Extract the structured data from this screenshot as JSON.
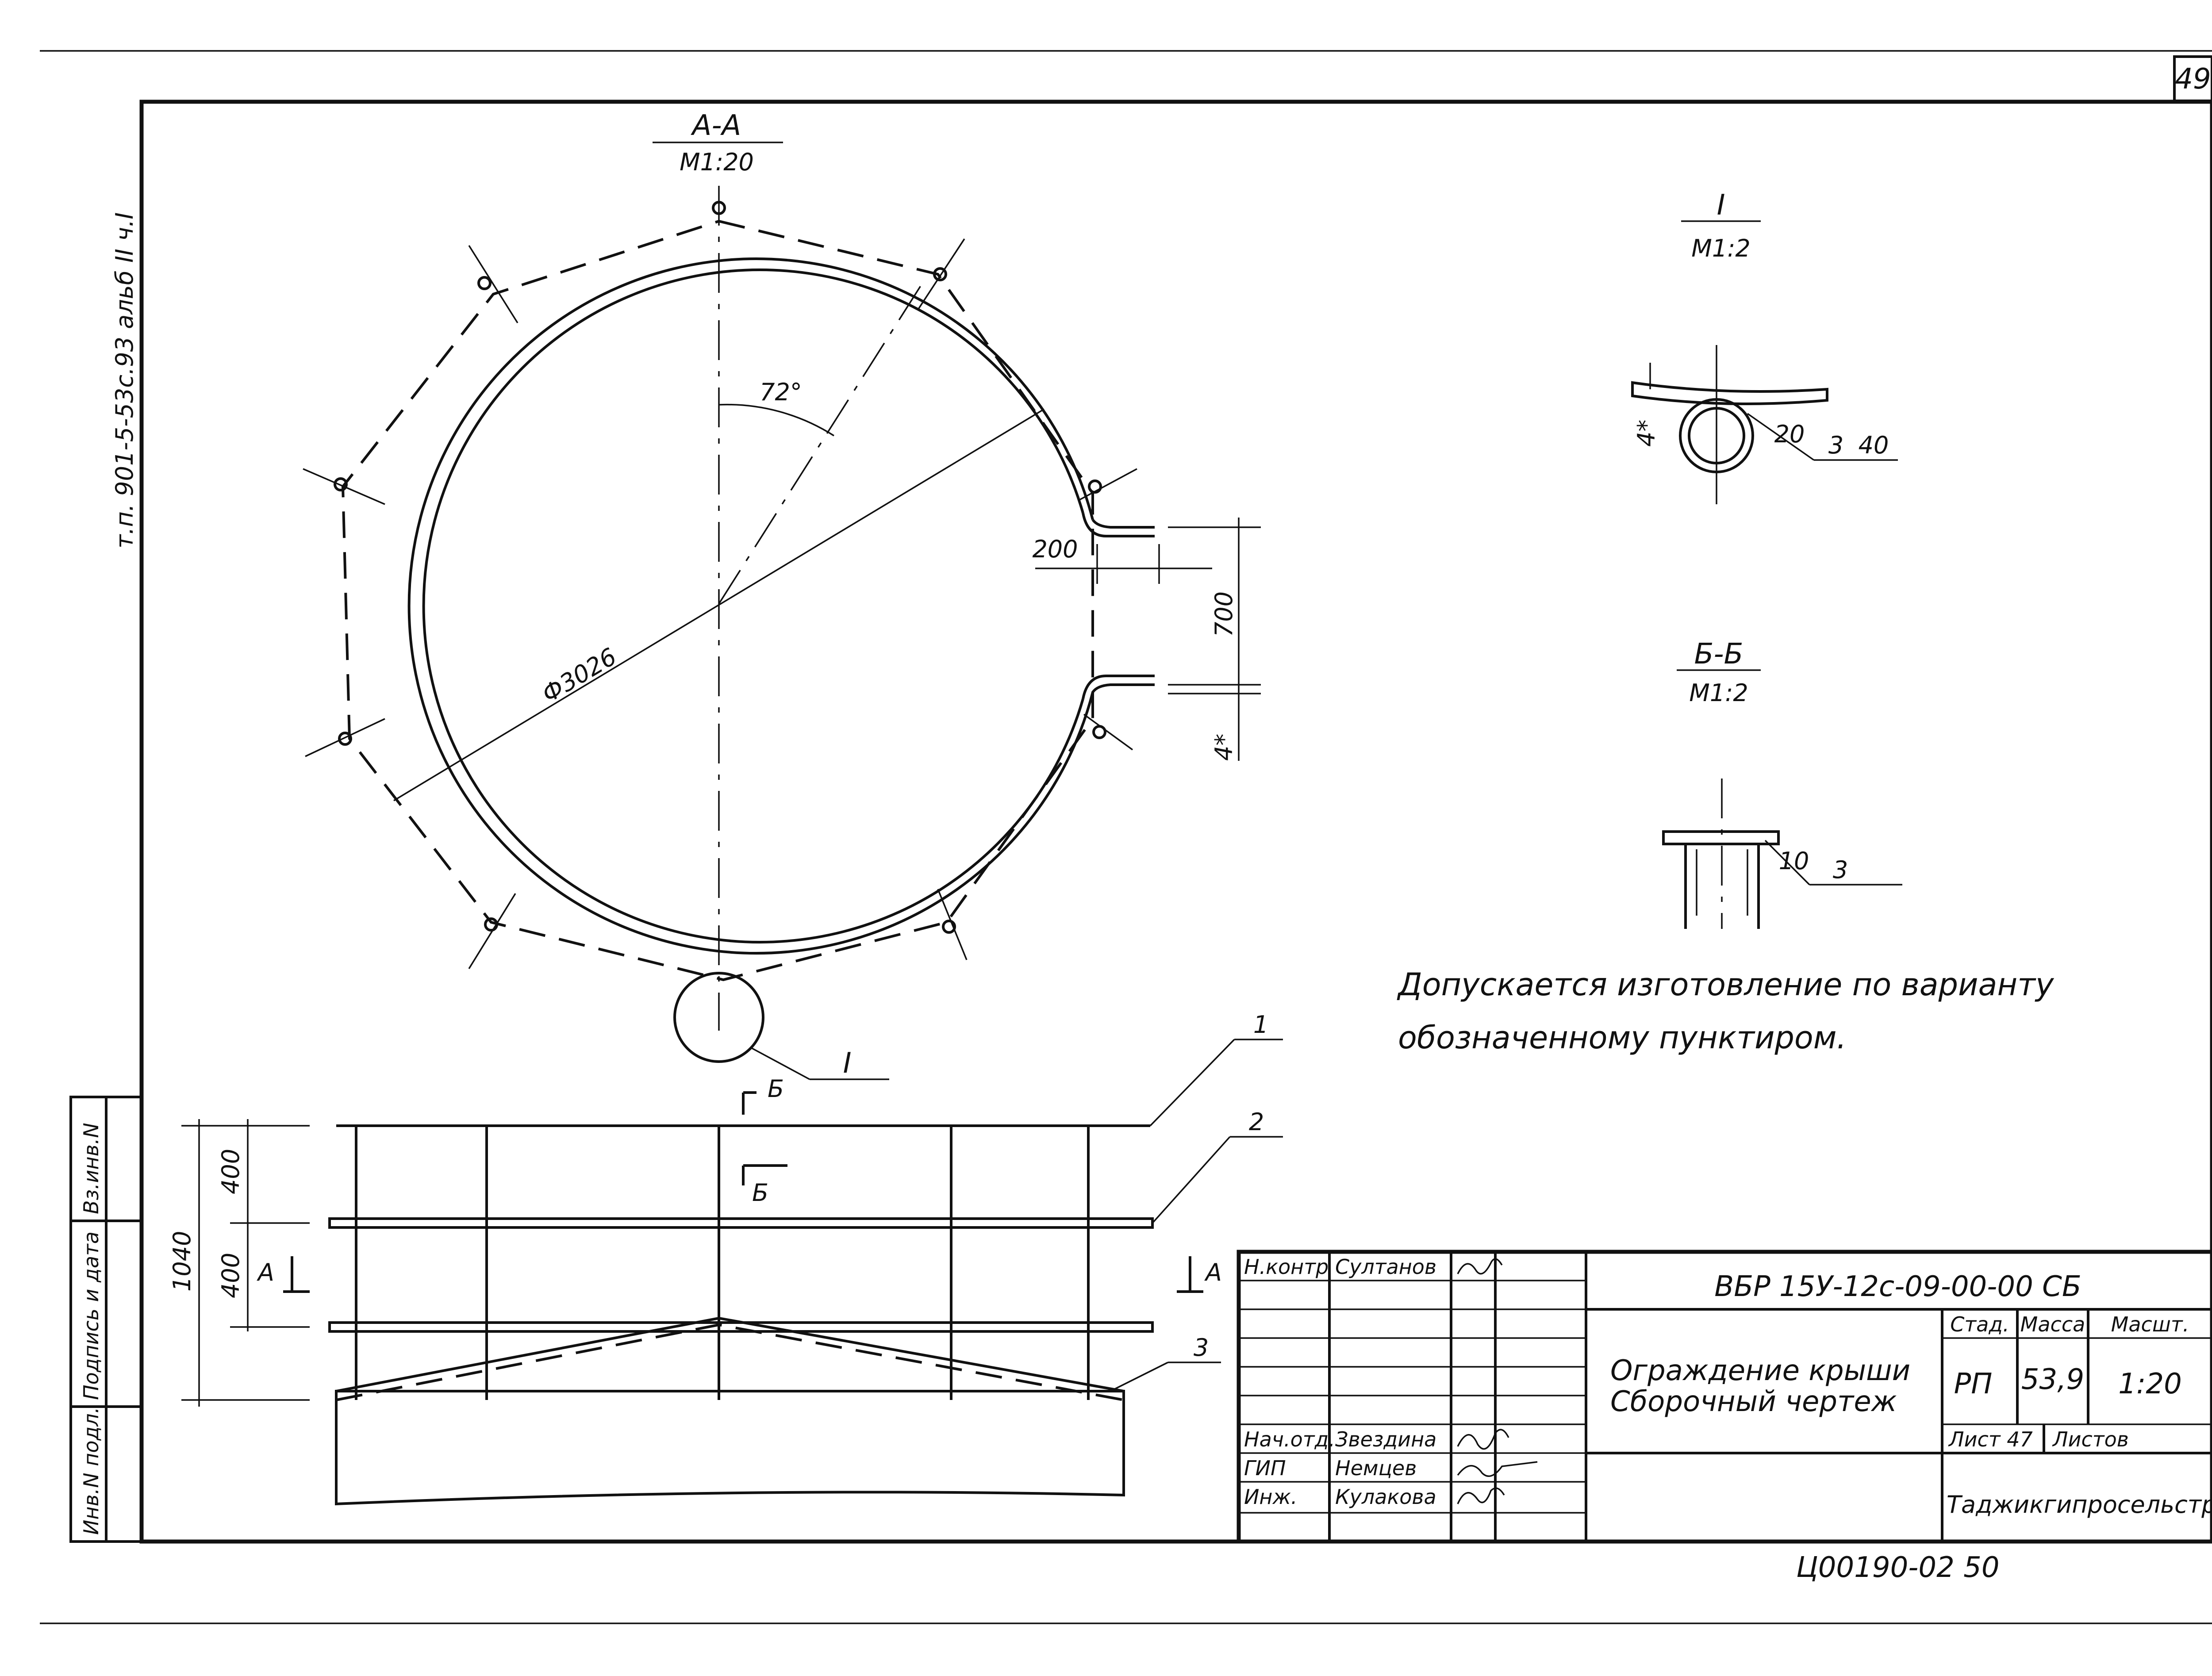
{
  "sheet_number": "49",
  "side_stamp": "т.п. 901-5-53с.93   альб II   ч.I",
  "side_columns": [
    "Инв.N подл.",
    "Подпись и дата",
    "Вз.инв.N"
  ],
  "section_aa": {
    "title": "А-А",
    "scale": "М1:20"
  },
  "plan_dims": {
    "angle": "72°",
    "diameter": "Ф3026",
    "gap_width": "200",
    "gap_height": "700",
    "thickness": "4*"
  },
  "callout_I": "I",
  "detail_I": {
    "title": "I",
    "scale": "М1:2",
    "thickness": "4*",
    "weld_leg": "20",
    "weld_spec": "3",
    "weld_len": "40"
  },
  "detail_BB": {
    "title": "Б-Б",
    "scale": "М1:2",
    "weld_leg": "10",
    "weld_spec": "3"
  },
  "note": [
    "Допускается изготовление по варианту",
    "обозначенному пунктиром."
  ],
  "elevation": {
    "section_b_label": "Б",
    "section_a_label": "А",
    "dims": [
      "400",
      "400",
      "1040"
    ],
    "positions": [
      "1",
      "2",
      "3"
    ]
  },
  "title_block": {
    "rows": [
      {
        "role": "Н.контр",
        "name": "Султанов"
      },
      {
        "role": "",
        "name": ""
      },
      {
        "role": "",
        "name": ""
      },
      {
        "role": "",
        "name": ""
      },
      {
        "role": "",
        "name": ""
      },
      {
        "role": "Нач.отд.",
        "name": "Звездина"
      },
      {
        "role": "ГИП",
        "name": "Немцев"
      },
      {
        "role": "Инж.",
        "name": "Кулакова"
      }
    ],
    "document_code": "ВБР 15У-12с-09-00-00 СБ",
    "title_line1": "Ограждение крыши",
    "title_line2": "Сборочный чертеж",
    "stage_header": "Стад.",
    "mass_header": "Масса",
    "scale_header": "Масшт.",
    "stage": "РП",
    "mass": "53,9",
    "scale": "1:20",
    "sheet_label": "Лист 47",
    "sheets_label": "Листов",
    "organization": "Таджикгипросельстрой"
  },
  "bottom_code": "Ц00190-02  50"
}
